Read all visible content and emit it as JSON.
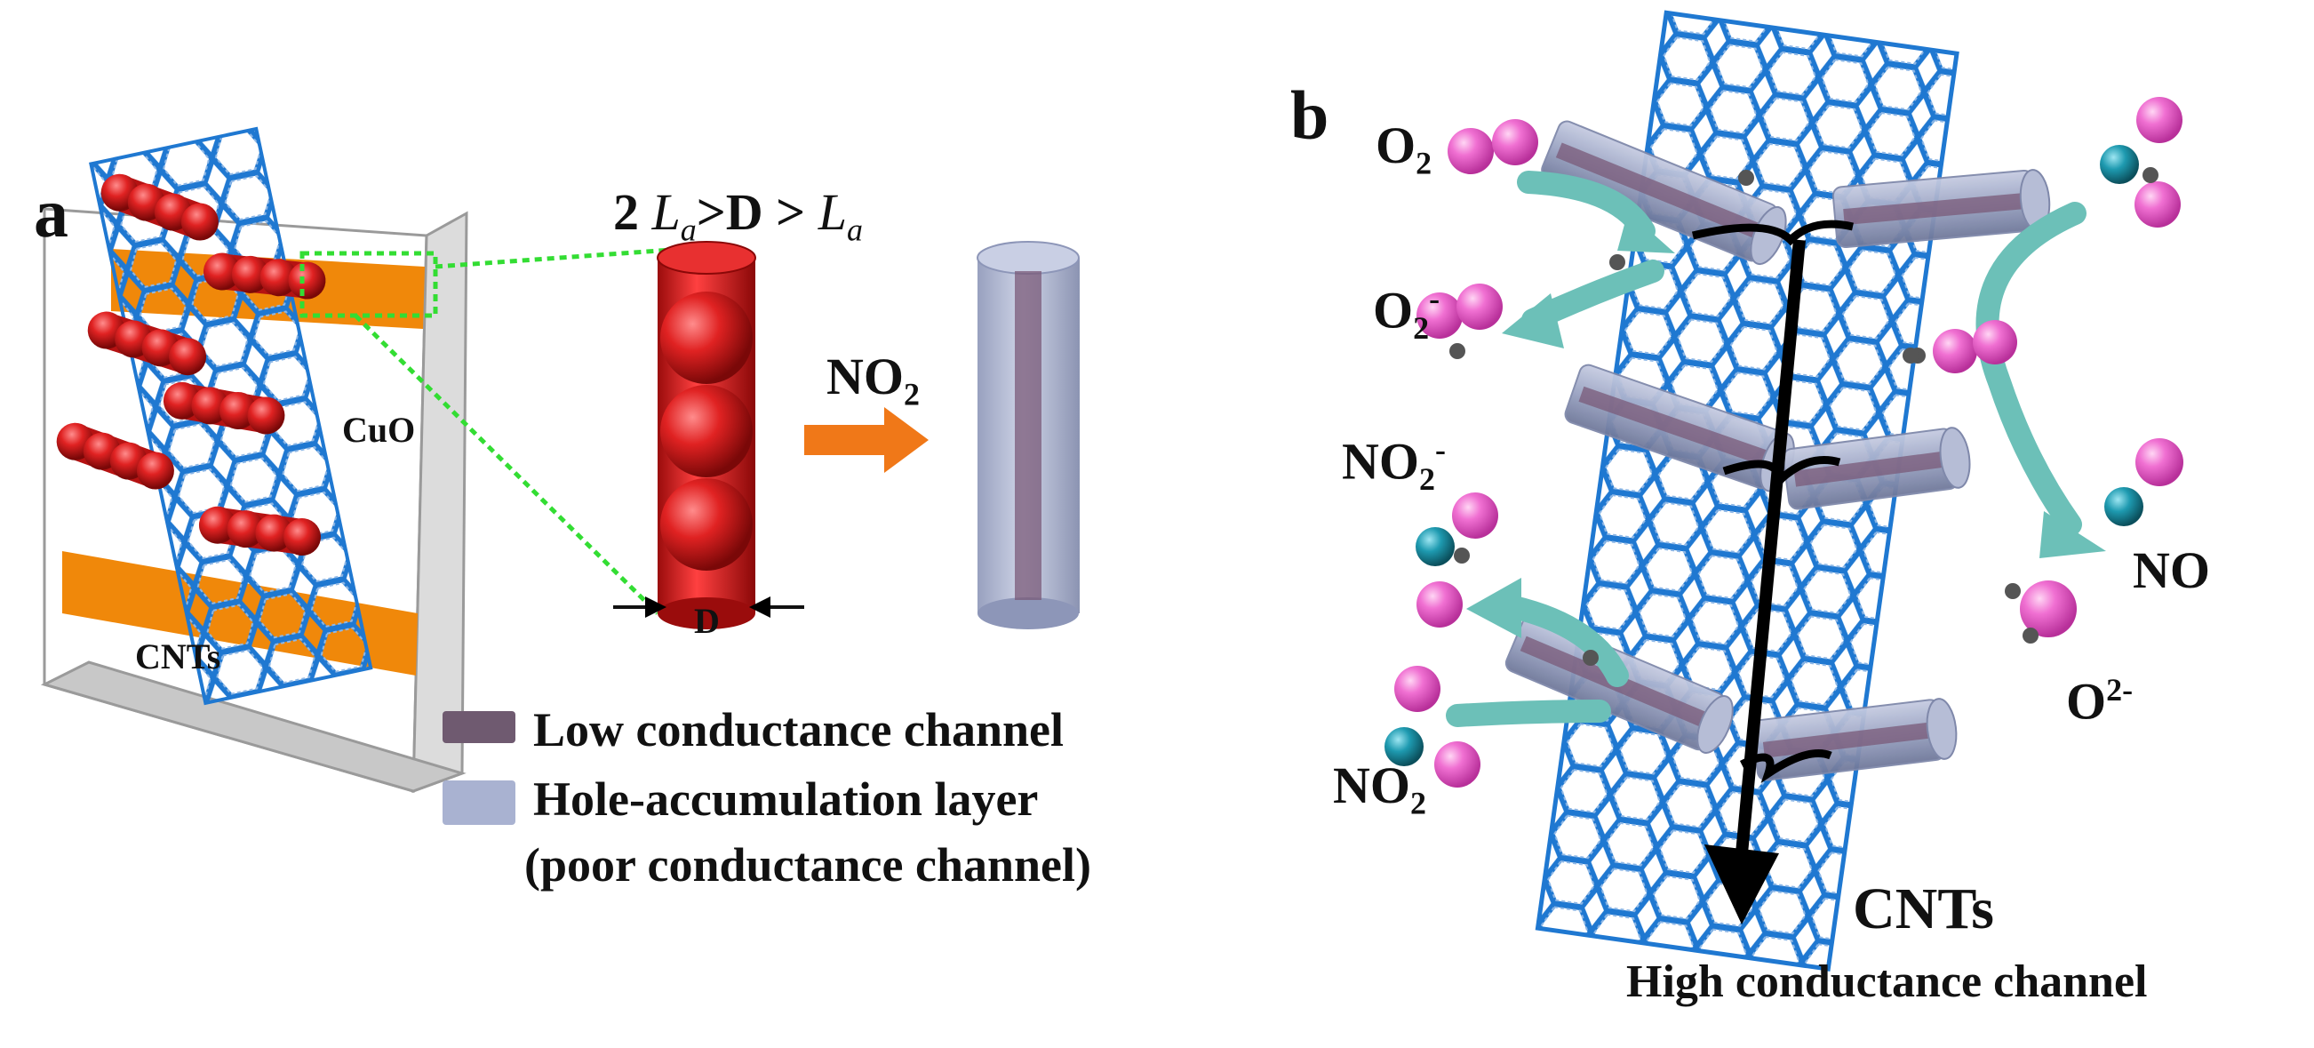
{
  "panel_a": {
    "letter": "a",
    "cnts_label": "CNTs",
    "cuo_label": "CuO",
    "condition": {
      "prefix": "2 ",
      "var": "L",
      "var_sub": "a",
      "mid": ">D > ",
      "var2": "L",
      "var2_sub": "a"
    },
    "diameter_label": "D",
    "gas": {
      "main": "NO",
      "sub": "2"
    },
    "legend": [
      {
        "text": "Low conductance channel",
        "color": "#6f5a70"
      },
      {
        "text": "Hole-accumulation layer",
        "text2": "(poor conductance channel)",
        "color": "#a9b2d1"
      }
    ]
  },
  "panel_b": {
    "letter": "b",
    "o2": {
      "main": "O",
      "sub": "2"
    },
    "o2_minus": {
      "main": "O",
      "sub": "2",
      "sup": "-"
    },
    "no2_minus": {
      "main": "NO",
      "sub": "2",
      "sup": "-"
    },
    "no2": {
      "main": "NO",
      "sub": "2"
    },
    "no": "NO",
    "o2_ion": {
      "main": "O",
      "sup": "2-"
    },
    "cnts_label": "CNTs",
    "channel_label": "High conductance channel"
  },
  "colors": {
    "nanotube": "#1f78d1",
    "cuo": "#d01a1a",
    "electrode": "#f0880a",
    "arrow_orange": "#f07818",
    "oxygen": "#ee66cc",
    "nitrogen": "#1e9ab0",
    "electron": "#555555",
    "flow_arrow": "#6cc0b8",
    "rod": "#9aa3c2",
    "rod_core": "#7a5a78",
    "selection": "#33dd33"
  }
}
